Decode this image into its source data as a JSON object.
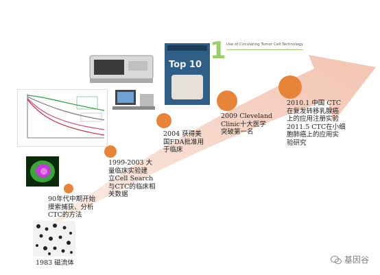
{
  "timeline": {
    "milestones": [
      {
        "id": "m1983",
        "text": "1983 磁流体"
      },
      {
        "id": "m1990s",
        "text": "90年代中期开始\n摸索捕获、分析\nCTC的方法"
      },
      {
        "id": "m1999",
        "text": "1999-2003 大\n量临床实验建\n立Cell Search\n与CTC的临床相\n关数据"
      },
      {
        "id": "m2004",
        "text": "2004 获得美\n国FDA批准用\n于临床"
      },
      {
        "id": "m2009",
        "text": "2009 Cleveland\nClinic十大医学\n突破第一名"
      },
      {
        "id": "m2010",
        "text": "2010.1 中国 CTC\n在复发转移乳腺癌\n上的应用注册实验\n2011.5 CTC在小细\n胞肺癌上的应用实\n验研究"
      }
    ]
  },
  "images": {
    "magazine": {
      "headline": "Top 10",
      "banner_number": "1",
      "banner_text": "Use of Circulating Tumor Cell Technology"
    }
  },
  "watermark": {
    "text": "基因谷",
    "icon": "wechat-bubble-icon"
  },
  "colors": {
    "arrow": "#f6d2c4",
    "dot": "#e8833a"
  }
}
